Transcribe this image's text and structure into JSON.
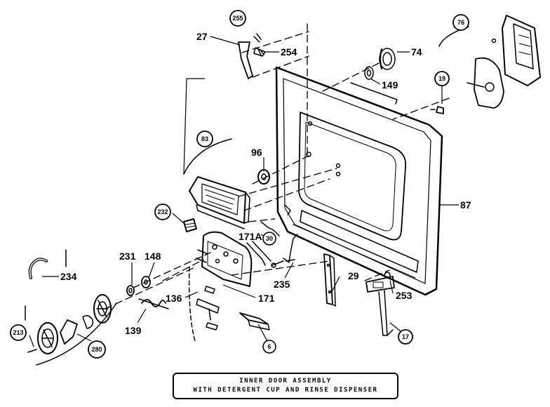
{
  "caption": {
    "line1": "INNER DOOR ASSEMBLY",
    "line2": "WITH DETERGENT CUP AND RINSE DISPENSER"
  },
  "parts": {
    "p27": "27",
    "p255": "255",
    "p254": "254",
    "p74": "74",
    "p76": "76",
    "p149": "149",
    "p19": "19",
    "p83": "83",
    "p96": "96",
    "p87": "87",
    "p232": "232",
    "p171a": "171A",
    "p30": "30",
    "p231": "231",
    "p148": "148",
    "p234": "234",
    "p29": "29",
    "p235": "235",
    "p253": "253",
    "p136": "136",
    "p171": "171",
    "p139": "139",
    "p213": "213",
    "p280": "280",
    "p17": "17",
    "p6": "6"
  }
}
